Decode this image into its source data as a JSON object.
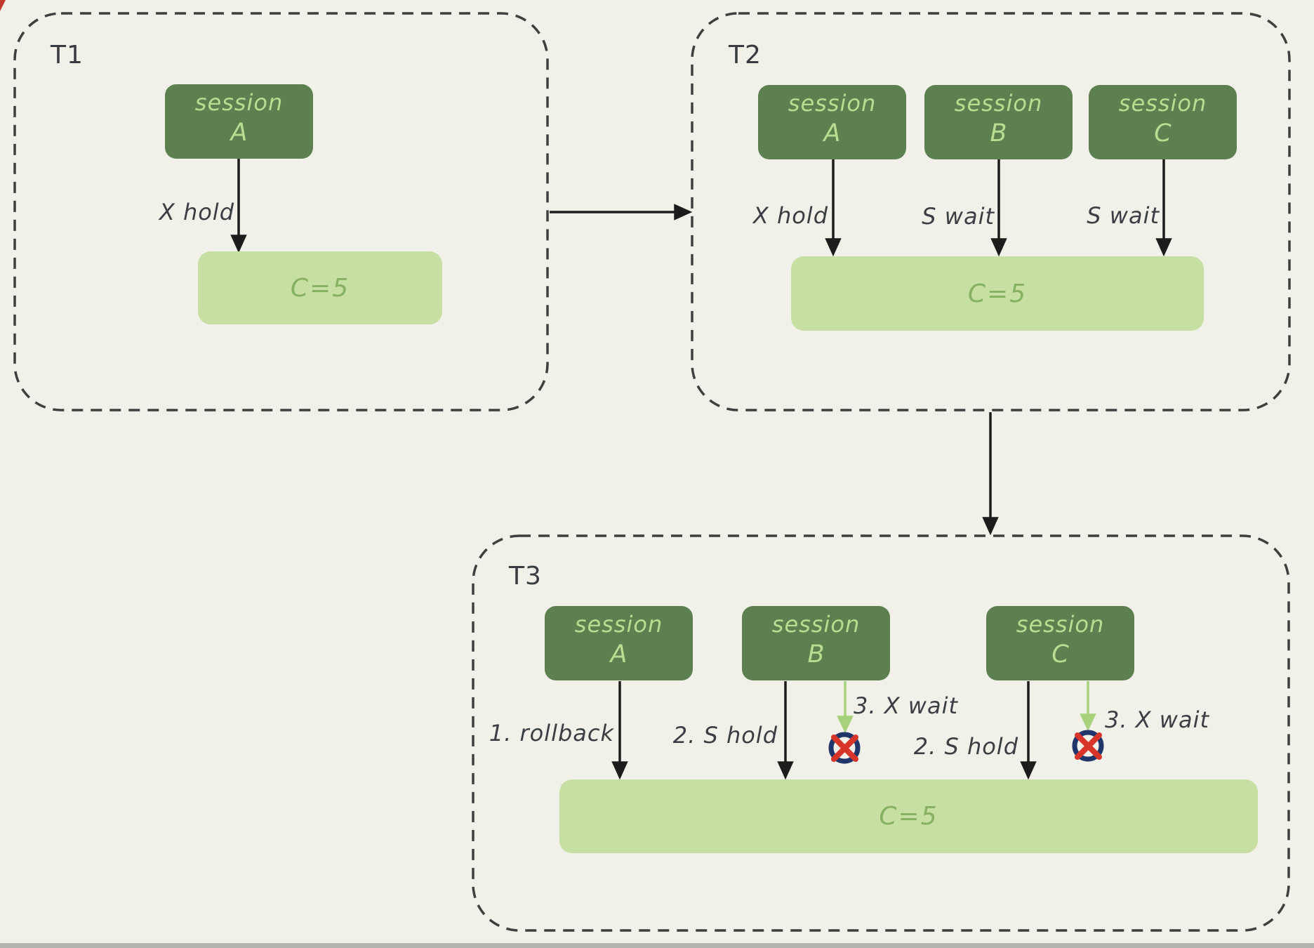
{
  "colors": {
    "background": "#f1f0e9",
    "panel_border": "#3f3f3f",
    "session_box_fill": "#5d8050",
    "session_box_text": "#b9dc90",
    "resource_box_fill": "#c8dfa3",
    "resource_box_text": "#85b161",
    "label_text": "#3b3e44",
    "arrow_black": "#1c1c1c",
    "arrow_green": "#a8d17c",
    "blocked_ring_blue": "#20366b",
    "blocked_x_red": "#d8352a"
  },
  "panels": {
    "t1": {
      "label": "T1",
      "resource": "C=5",
      "sessions": [
        {
          "title": "session",
          "letter": "A",
          "edge_label": "X hold"
        }
      ]
    },
    "t2": {
      "label": "T2",
      "resource": "C=5",
      "sessions": [
        {
          "title": "session",
          "letter": "A",
          "edge_label": "X hold"
        },
        {
          "title": "session",
          "letter": "B",
          "edge_label": "S wait"
        },
        {
          "title": "session",
          "letter": "C",
          "edge_label": "S wait"
        }
      ]
    },
    "t3": {
      "label": "T3",
      "resource": "C=5",
      "sessions": [
        {
          "title": "session",
          "letter": "A",
          "edge_label": "1. rollback"
        },
        {
          "title": "session",
          "letter": "B",
          "edge_label": "2. S hold",
          "blocked_label": "3. X wait"
        },
        {
          "title": "session",
          "letter": "C",
          "edge_label": "2. S hold",
          "blocked_label": "3. X wait"
        }
      ]
    }
  }
}
